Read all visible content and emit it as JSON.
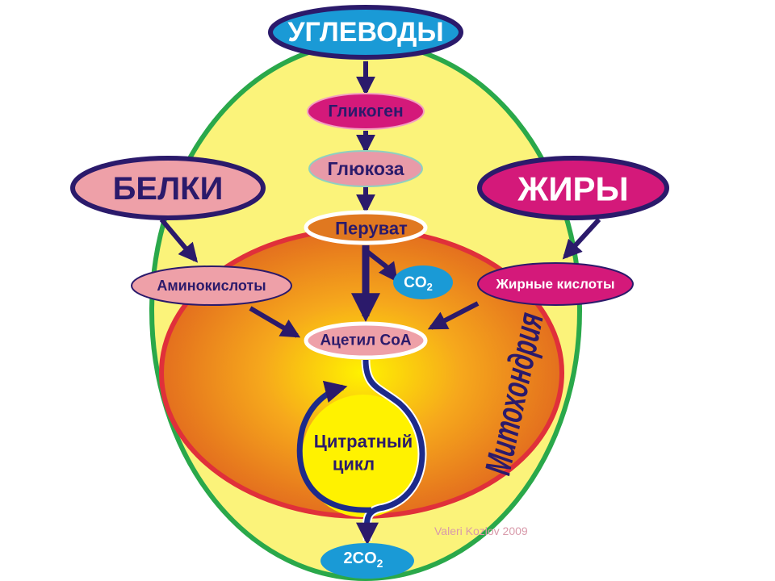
{
  "nodes": {
    "carbs": "УГЛЕВОДЫ",
    "glycogen": "Гликоген",
    "glucose": "Глюкоза",
    "pyruvate": "Перуват",
    "proteins": "БЕЛКИ",
    "fats": "ЖИРЫ",
    "amino_acids": "Аминокислоты",
    "fatty_acids": "Жирные кислоты",
    "co2_label": "CO",
    "co2_sub": "2",
    "acetyl_coa": "Ацетил CoA",
    "citrate_line1": "Цитратный",
    "citrate_line2": "цикл",
    "co2_out_label": "2CO",
    "co2_out_sub": "2"
  },
  "labels": {
    "mitochondria": "Митохондрия",
    "watermark": "Valeri Kozlov 2009"
  },
  "colors": {
    "navy": "#2b1a6b",
    "blue": "#1a9ad6",
    "magenta": "#d4197a",
    "pink": "#eea0a8",
    "orange": "#e07820",
    "cell_yellow": "#fbf37a",
    "cell_border": "#2aa84a",
    "mito_border": "#e0303a"
  }
}
